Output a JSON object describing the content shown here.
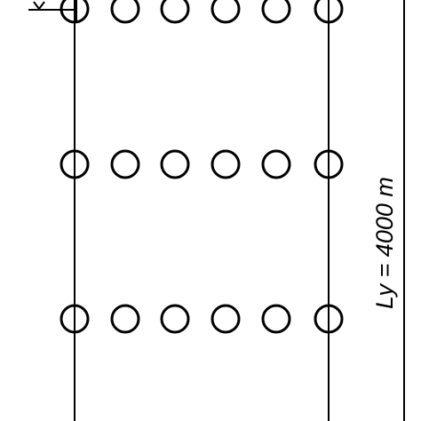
{
  "diagram": {
    "dimension_label": "Ly = 4000 m",
    "rows": 3,
    "circles_per_row": 6,
    "stroke_color": "#000000",
    "background_color": "#ffffff"
  }
}
